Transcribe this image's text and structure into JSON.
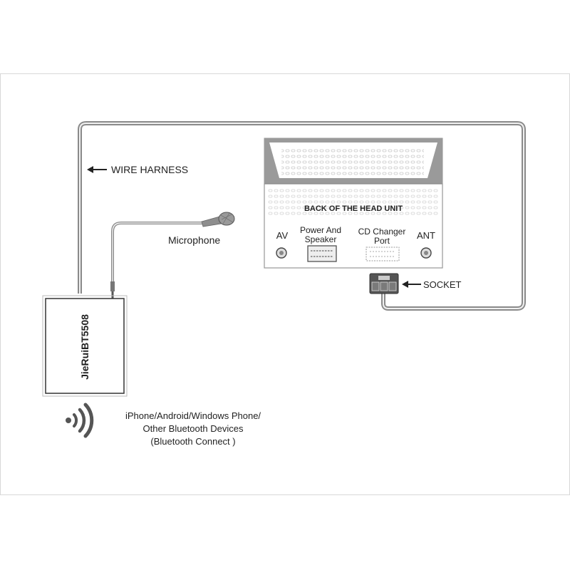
{
  "labels": {
    "wire_harness": "WIRE HARNESS",
    "microphone": "Microphone",
    "back_of_head_unit": "BACK OF THE HEAD UNIT",
    "av": "AV",
    "power_and_speaker_line1": "Power And",
    "power_and_speaker_line2": "Speaker",
    "cd_changer_line1": "CD Changer",
    "cd_changer_line2": "Port",
    "ant": "ANT",
    "socket": "SOCKET",
    "device_model": "JieRuiBT5508",
    "bt_line1": "iPhone/Android/Windows Phone/",
    "bt_line2": "Other Bluetooth Devices",
    "bt_line3": "(Bluetooth Connect )"
  },
  "icons": {
    "arrow": "left-arrow-icon",
    "bluetooth_waves": "wireless-signal-icon",
    "microphone": "microphone-icon"
  },
  "colors": {
    "cable": "#8a8a8a",
    "cable_inner": "#f0f0f0",
    "unit_shade": "#9a9a9a",
    "line": "#333333"
  }
}
